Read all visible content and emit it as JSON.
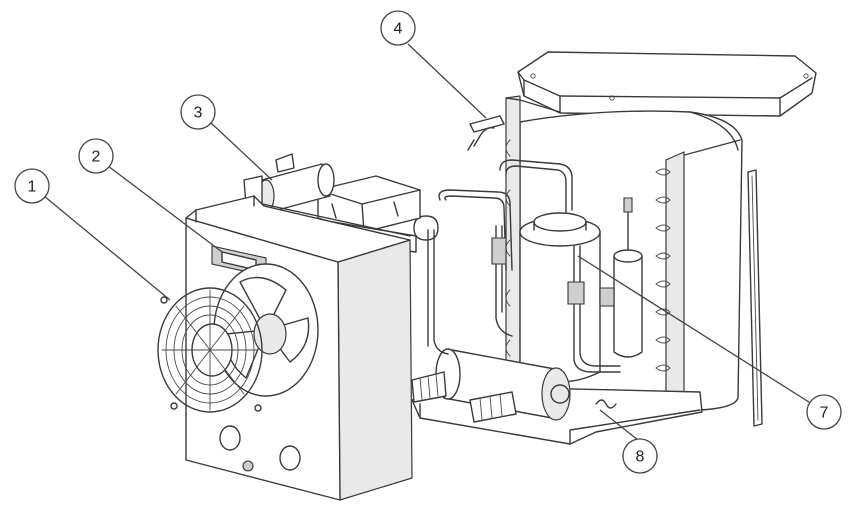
{
  "callouts": [
    {
      "number": "1"
    },
    {
      "number": "2"
    },
    {
      "number": "3"
    },
    {
      "number": "4"
    },
    {
      "number": "7"
    },
    {
      "number": "8"
    }
  ]
}
